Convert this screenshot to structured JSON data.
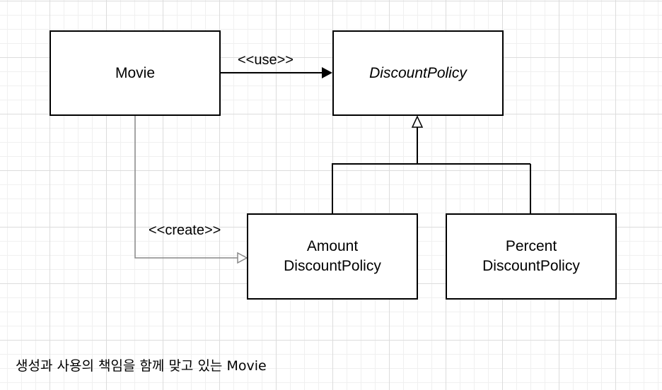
{
  "diagram": {
    "classes": {
      "movie": {
        "name": "Movie"
      },
      "discount_policy": {
        "name": "DiscountPolicy",
        "abstract": true
      },
      "amount_discount_policy": {
        "line1": "Amount",
        "line2": "DiscountPolicy"
      },
      "percent_discount_policy": {
        "line1": "Percent",
        "line2": "DiscountPolicy"
      }
    },
    "relations": {
      "use": {
        "label": "<<use>>",
        "from": "Movie",
        "to": "DiscountPolicy",
        "color": "#000000"
      },
      "create": {
        "label": "<<create>>",
        "from": "Movie",
        "to": "AmountDiscountPolicy",
        "color": "#888888"
      },
      "inheritance": {
        "parent": "DiscountPolicy",
        "children": [
          "AmountDiscountPolicy",
          "PercentDiscountPolicy"
        ]
      }
    },
    "caption": "생성과 사용의 책임을 함께 맞고 있는 Movie"
  }
}
